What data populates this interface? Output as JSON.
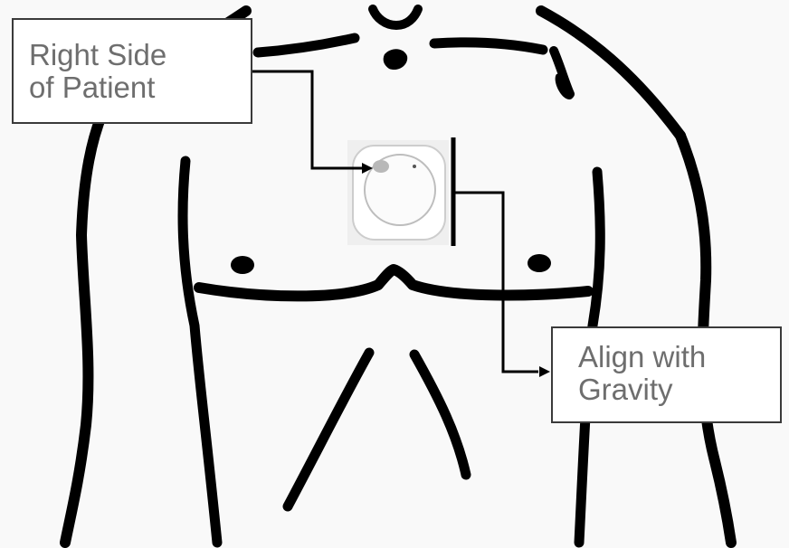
{
  "labels": {
    "right_side": {
      "line1": "Right Side",
      "line2": "of Patient"
    },
    "gravity": {
      "line1": "Align with",
      "line2": "Gravity"
    }
  },
  "colors": {
    "background": "#f9f9f9",
    "outline": "#000000",
    "label_text": "#6e6e6e",
    "label_border": "#3a3a3a",
    "device_body": "#ffffff",
    "device_button": "#b8b8b8"
  },
  "icons": {
    "figure": "human-torso-outline",
    "device": "round-wearable-sensor"
  }
}
